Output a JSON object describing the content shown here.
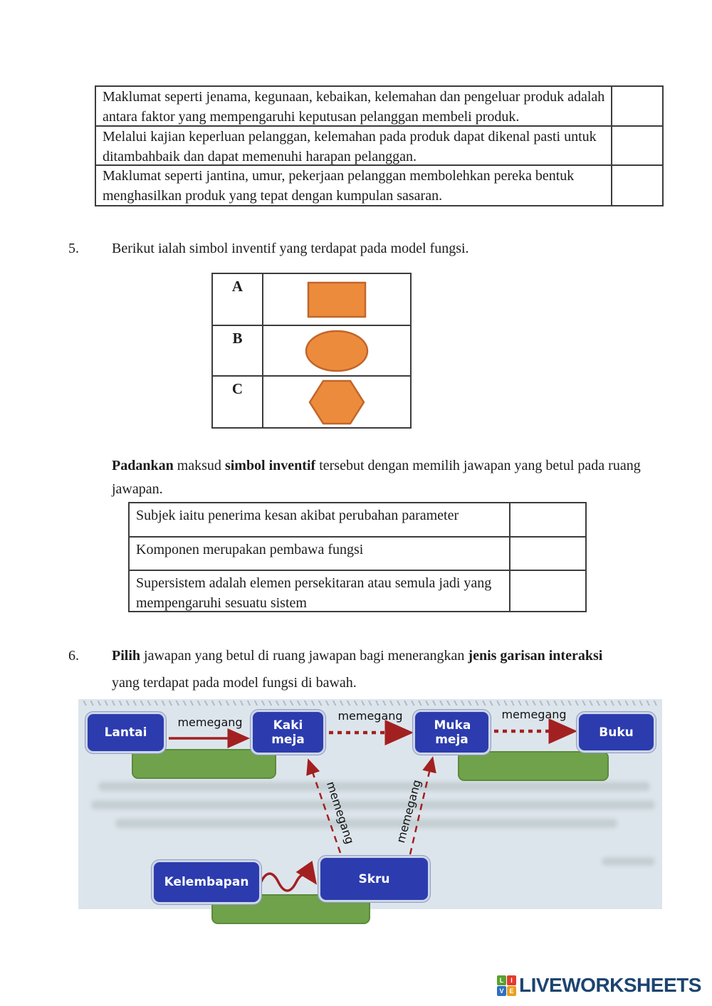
{
  "top_table": {
    "rows": [
      {
        "text": "Maklumat seperti jenama, kegunaan, kebaikan, kelemahan dan pengeluar produk adalah antara faktor yang mempengaruhi keputusan pelanggan membeli produk.",
        "answer": ""
      },
      {
        "text": "Melalui kajian keperluan pelanggan, kelemahan pada produk dapat dikenal pasti untuk ditambahbaik dan dapat memenuhi harapan pelanggan.",
        "answer": ""
      },
      {
        "text": "Maklumat seperti jantina, umur, pekerjaan pelanggan membolehkan pereka bentuk menghasilkan produk yang tepat dengan kumpulan sasaran.",
        "answer": ""
      }
    ]
  },
  "question5": {
    "number": "5.",
    "text": "Berikut ialah simbol inventif yang terdapat pada model fungsi.",
    "symbol_table": {
      "rows": [
        {
          "label": "A",
          "shape": "rectangle"
        },
        {
          "label": "B",
          "shape": "ellipse"
        },
        {
          "label": "C",
          "shape": "hexagon"
        }
      ],
      "shape_color": "#ed8b3d",
      "shape_border_color": "#c0662a"
    },
    "match_intro": {
      "bold1": "Padankan",
      "text1": " maksud ",
      "bold2": "simbol inventif",
      "text2": " tersebut dengan memilih jawapan yang betul pada ruang jawapan."
    },
    "match_table": {
      "rows": [
        {
          "text": "Subjek iaitu penerima kesan akibat perubahan parameter",
          "answer": ""
        },
        {
          "text": "Komponen merupakan pembawa fungsi",
          "answer": ""
        },
        {
          "text": "Supersistem adalah elemen persekitaran atau semula jadi yang mempengaruhi sesuatu sistem",
          "answer": ""
        }
      ]
    }
  },
  "question6": {
    "number": "6.",
    "bold1": "Pilih",
    "text1": " jawapan yang betul di ruang jawapan bagi menerangkan ",
    "bold2": "jenis garisan interaksi",
    "line2": "yang terdapat pada model fungsi di bawah."
  },
  "diagram": {
    "background": "#dde5ec",
    "node_color": "#2c3cae",
    "answer_box_color": "#6fa24b",
    "arrow_color": "#a32020",
    "nodes": {
      "lantai": "Lantai",
      "kaki_meja": "Kaki meja",
      "muka_meja": "Muka meja",
      "buku": "Buku",
      "kelembapan": "Kelembapan",
      "skru": "Skru"
    },
    "edge_labels": [
      "memegang",
      "memegang",
      "memegang",
      "memegang",
      "memegang"
    ]
  },
  "footer": {
    "logo_text": "LIVEWORKSHEETS",
    "logo_text_color": "#1d4470",
    "logo_tiles": [
      {
        "letter": "L",
        "color": "#5aa131"
      },
      {
        "letter": "I",
        "color": "#e23b2e"
      },
      {
        "letter": "V",
        "color": "#2e6fc0"
      },
      {
        "letter": "E",
        "color": "#e8a020"
      }
    ]
  }
}
